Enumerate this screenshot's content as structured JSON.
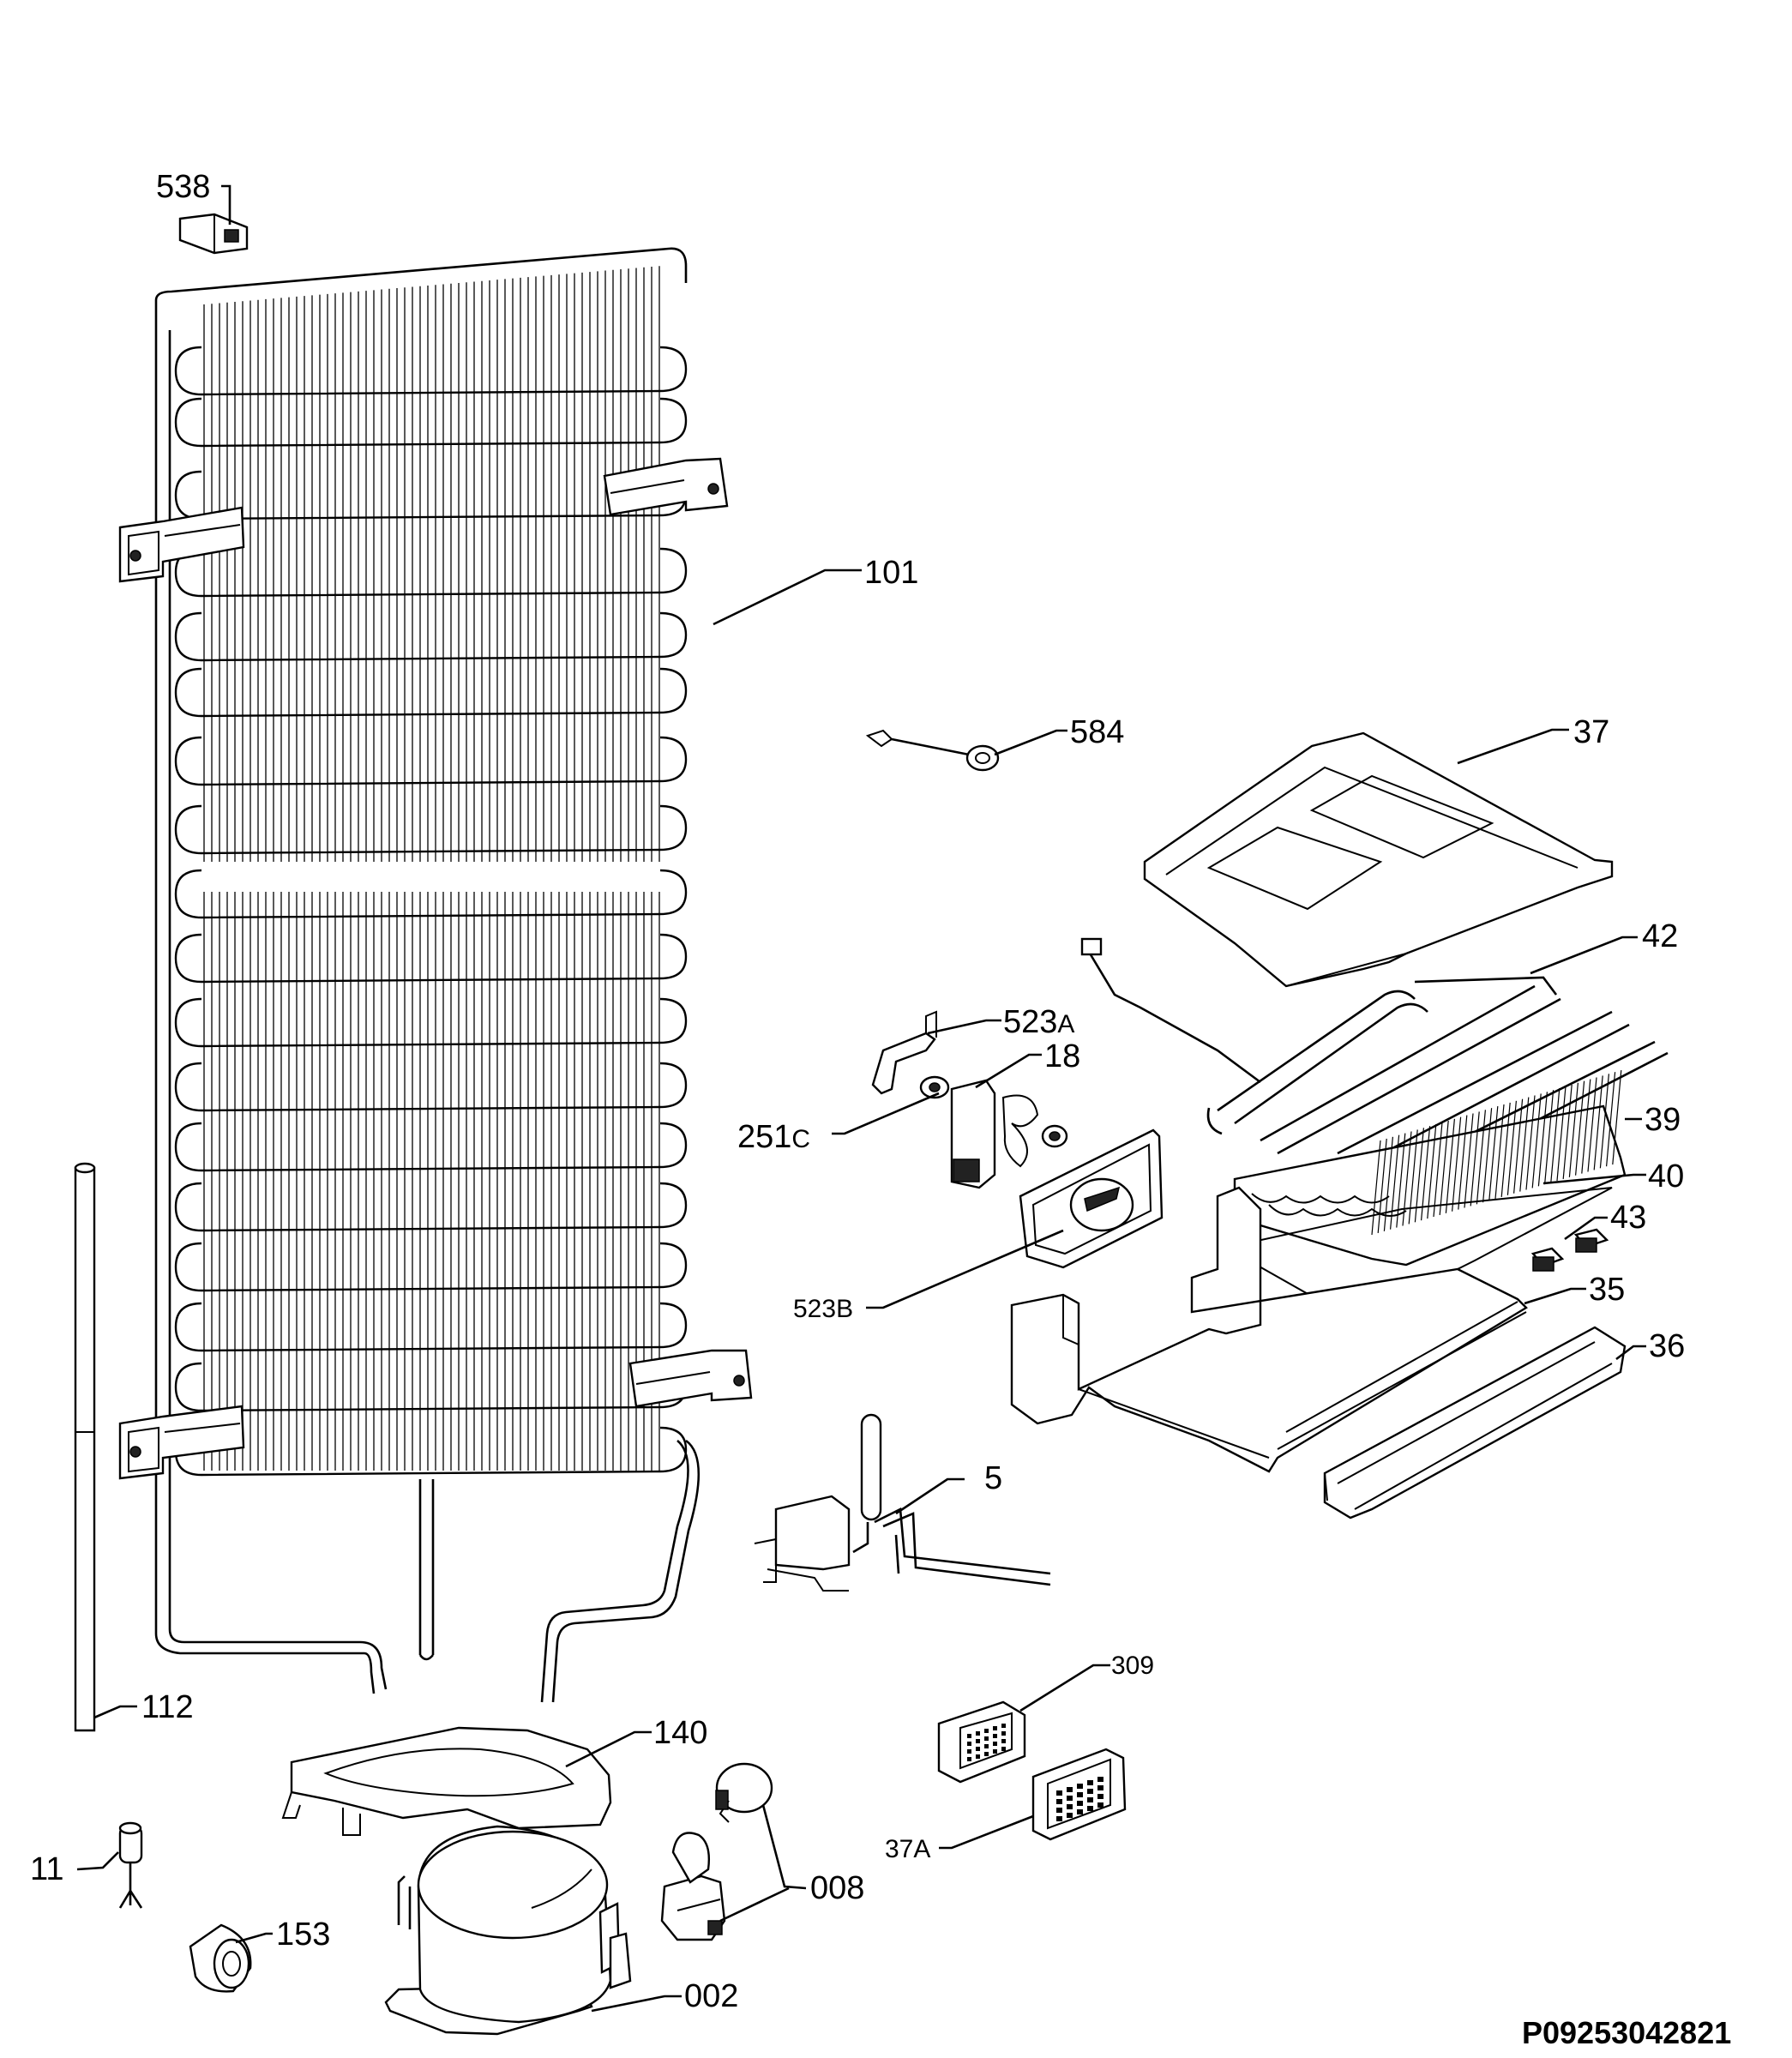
{
  "diagram": {
    "drawing_code": "P09253042821",
    "parts": [
      {
        "id": "538",
        "label": "538"
      },
      {
        "id": "101",
        "label": "101"
      },
      {
        "id": "584",
        "label": "584"
      },
      {
        "id": "37",
        "label": "37"
      },
      {
        "id": "42",
        "label": "42"
      },
      {
        "id": "523a",
        "label_main": "523",
        "label_suffix": "A"
      },
      {
        "id": "18",
        "label": "18"
      },
      {
        "id": "251c",
        "label_main": "251",
        "label_suffix": "C"
      },
      {
        "id": "39",
        "label": "39"
      },
      {
        "id": "40",
        "label": "40"
      },
      {
        "id": "43",
        "label": "43"
      },
      {
        "id": "523b",
        "label_main": "523",
        "label_suffix": "B"
      },
      {
        "id": "35",
        "label": "35"
      },
      {
        "id": "36",
        "label": "36"
      },
      {
        "id": "5",
        "label": "5"
      },
      {
        "id": "309",
        "label": "309"
      },
      {
        "id": "37a",
        "label_main": "37",
        "label_suffix": "A"
      },
      {
        "id": "112",
        "label": "112"
      },
      {
        "id": "140",
        "label": "140"
      },
      {
        "id": "11",
        "label": "11"
      },
      {
        "id": "008",
        "label": "008"
      },
      {
        "id": "153",
        "label": "153"
      },
      {
        "id": "002",
        "label": "002"
      }
    ]
  }
}
